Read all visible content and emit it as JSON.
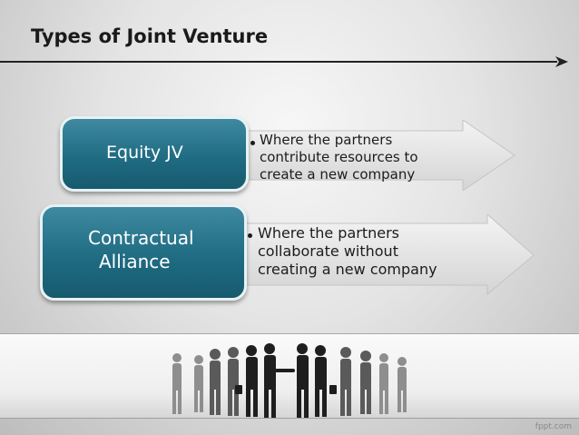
{
  "slide": {
    "title": "Types of Joint Venture",
    "watermark": "fppt.com"
  },
  "rows": [
    {
      "box_lines": [
        "Equity JV"
      ],
      "bullet_lines": [
        "Where the partners",
        "contribute resources to",
        "create a new company"
      ]
    },
    {
      "box_lines": [
        "Contractual",
        "Alliance"
      ],
      "bullet_lines": [
        "Where the partners",
        "collaborate without",
        "creating a new company"
      ]
    }
  ],
  "colors": {
    "box_fill": "#1f6c83",
    "box_border": "#e8f2f5",
    "arrow_fill": "#e6e6e6"
  },
  "icons": [
    "people-silhouettes-icon",
    "arrowhead-icon"
  ]
}
